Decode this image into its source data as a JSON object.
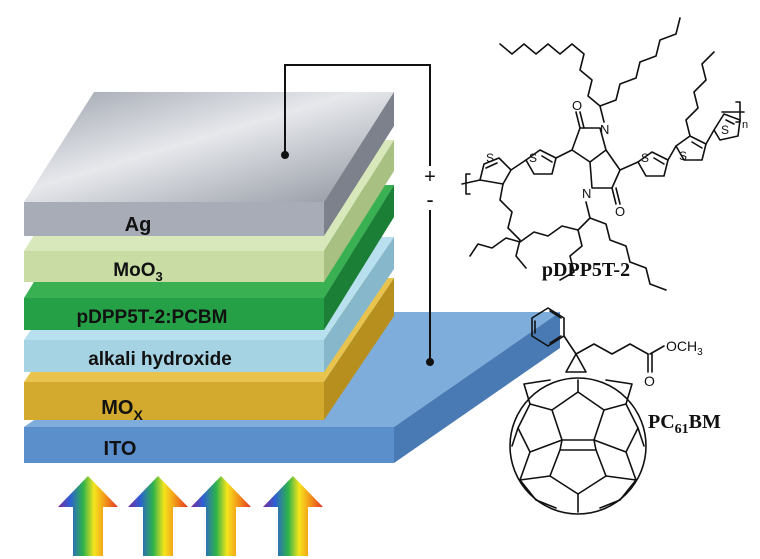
{
  "layers": [
    {
      "id": "ito",
      "label": "ITO",
      "sub": "",
      "top": "#7eaddc",
      "front": "#5b8fcb",
      "side": "#4a7ab4"
    },
    {
      "id": "mox",
      "label": "MO",
      "sub": "X",
      "top": "#e8c44e",
      "front": "#d4aa2e",
      "side": "#b68f1f"
    },
    {
      "id": "alkali",
      "label": "alkali hydroxide",
      "sub": "",
      "top": "#b9e0ee",
      "front": "#a6d3e4",
      "side": "#86b7cb"
    },
    {
      "id": "active",
      "label": "pDPP5T-2:PCBM",
      "sub": "",
      "top": "#39b153",
      "front": "#26a046",
      "side": "#1b8035"
    },
    {
      "id": "moo3",
      "label": "MoO",
      "sub": "3",
      "top": "#d9e8bb",
      "front": "#c8dca4",
      "side": "#a9c083"
    },
    {
      "id": "ag",
      "label": "Ag",
      "sub": "",
      "top": "#b9bdc6",
      "front": "#a8acb6",
      "side": "#7c818b"
    }
  ],
  "circuit": {
    "plus": "+",
    "minus": "-"
  },
  "molecules": {
    "polymer": {
      "name": "pDPP5T-2",
      "atom_s": "S",
      "atom_n": "N",
      "atom_o": "O",
      "repeat": "n"
    },
    "fullerene": {
      "name_main": "PC",
      "name_sub": "61",
      "name_tail": "BM",
      "ester_o": "O",
      "ester_och3": "OCH",
      "ester_sub": "3"
    }
  },
  "colors": {
    "wire": "#111111",
    "arrow_spectrum": [
      "#7f2a9c",
      "#2c5fd3",
      "#2eb34a",
      "#f4e41c",
      "#f39a1a",
      "#e23222"
    ]
  }
}
